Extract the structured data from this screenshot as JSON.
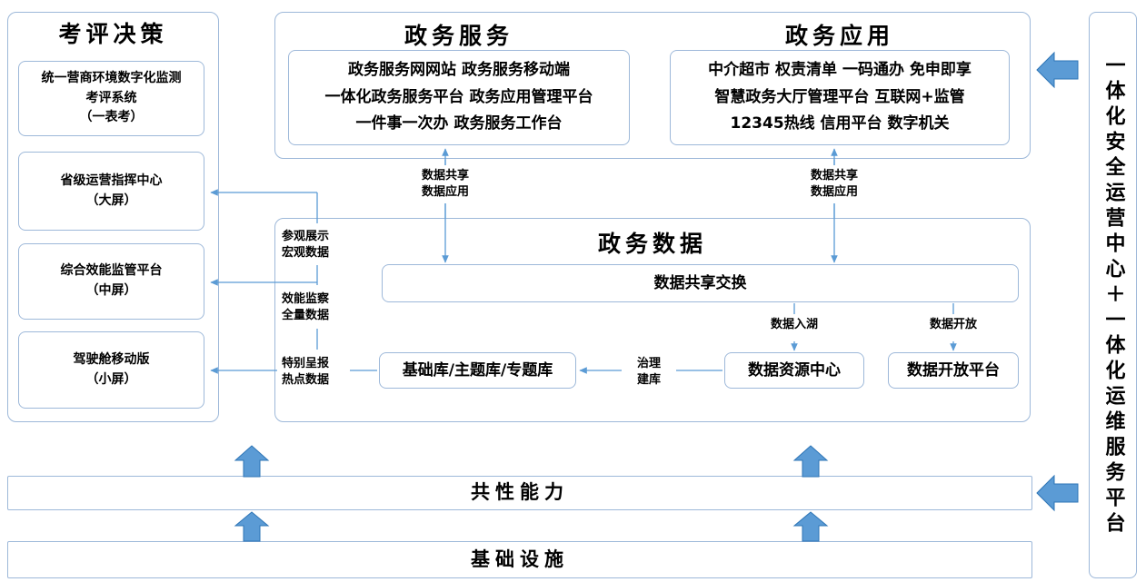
{
  "meta": {
    "accent": "#5B9BD5",
    "border": "#9DB8D9",
    "arrow_fill": "#5B9BD5",
    "arrow_stroke": "#2E75B6"
  },
  "left_panel": {
    "title": "考评决策",
    "items": [
      {
        "label": "统一营商环境数字化监测\n考评系统\n（一表考）"
      },
      {
        "label": "省级运营指挥中心\n（大屏）"
      },
      {
        "label": "综合效能监管平台\n（中屏）"
      },
      {
        "label": "驾驶舱移动版\n（小屏）"
      }
    ]
  },
  "gov_service": {
    "title": "政务服务",
    "lines": [
      "政务服务网网站 政务服务移动端",
      "一体化政务服务平台 政务应用管理平台",
      "一件事一次办 政务服务工作台"
    ]
  },
  "gov_app": {
    "title": "政务应用",
    "lines": [
      "中介超市 权责清单 一码通办 免申即享",
      "智慧政务大厅管理平台 互联网+监管",
      "12345热线 信用平台 数字机关"
    ]
  },
  "gov_data": {
    "title": "政务数据",
    "exchange": "数据共享交换",
    "library": "基础库/主题库/专题库",
    "resource_center": "数据资源中心",
    "open_platform": "数据开放平台"
  },
  "edge_labels": {
    "share_apply_left": "数据共享\n数据应用",
    "share_apply_right": "数据共享\n数据应用",
    "visit_macro": "参观展示\n宏观数据",
    "efficiency_full": "效能监察\n全量数据",
    "special_hot": "特别呈报\n热点数据",
    "data_lake": "数据入湖",
    "data_open": "数据开放",
    "govern_build": "治理\n建库"
  },
  "bottom_bars": [
    {
      "label": "共性能力"
    },
    {
      "label": "基础设施"
    }
  ],
  "right_panel": {
    "label": "一体化安全运营中心＋一体化运维服务平台"
  }
}
